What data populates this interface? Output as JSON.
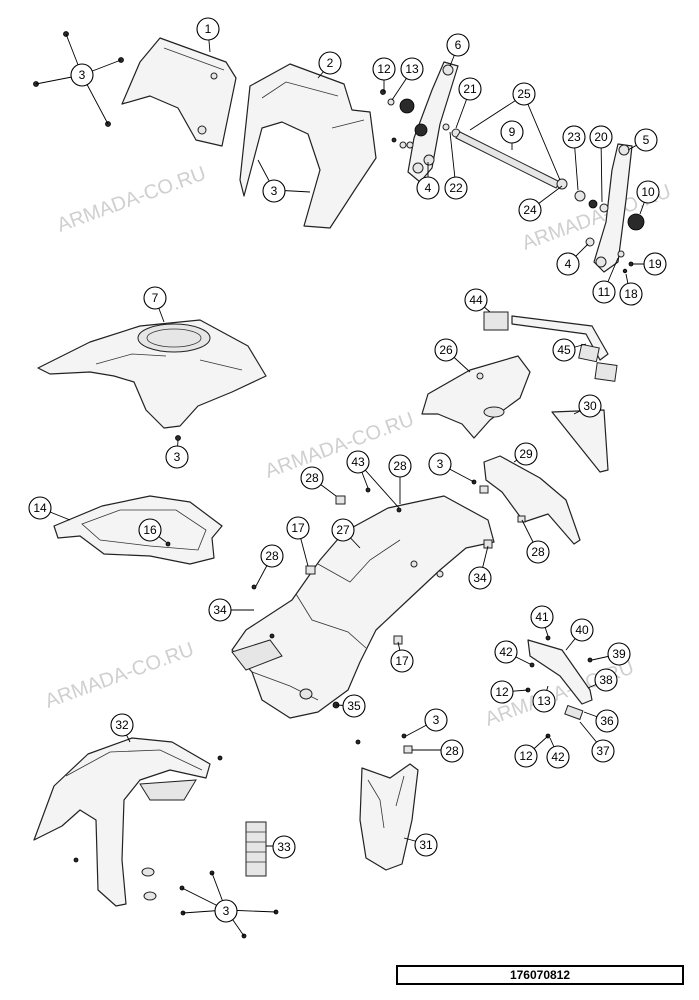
{
  "watermark": "ARMADA-CO.RU",
  "document_number": "176070812",
  "callouts": [
    {
      "n": "1"
    },
    {
      "n": "2"
    },
    {
      "n": "3"
    },
    {
      "n": "3"
    },
    {
      "n": "6"
    },
    {
      "n": "12"
    },
    {
      "n": "13"
    },
    {
      "n": "21"
    },
    {
      "n": "25"
    },
    {
      "n": "9"
    },
    {
      "n": "23"
    },
    {
      "n": "20"
    },
    {
      "n": "5"
    },
    {
      "n": "4"
    },
    {
      "n": "22"
    },
    {
      "n": "24"
    },
    {
      "n": "10"
    },
    {
      "n": "4"
    },
    {
      "n": "19"
    },
    {
      "n": "11"
    },
    {
      "n": "18"
    },
    {
      "n": "7"
    },
    {
      "n": "44"
    },
    {
      "n": "45"
    },
    {
      "n": "26"
    },
    {
      "n": "30"
    },
    {
      "n": "3"
    },
    {
      "n": "29"
    },
    {
      "n": "14"
    },
    {
      "n": "16"
    },
    {
      "n": "28"
    },
    {
      "n": "43"
    },
    {
      "n": "28"
    },
    {
      "n": "3"
    },
    {
      "n": "17"
    },
    {
      "n": "27"
    },
    {
      "n": "28"
    },
    {
      "n": "34"
    },
    {
      "n": "28"
    },
    {
      "n": "34"
    },
    {
      "n": "17"
    },
    {
      "n": "35"
    },
    {
      "n": "41"
    },
    {
      "n": "40"
    },
    {
      "n": "42"
    },
    {
      "n": "39"
    },
    {
      "n": "38"
    },
    {
      "n": "12"
    },
    {
      "n": "13"
    },
    {
      "n": "36"
    },
    {
      "n": "12"
    },
    {
      "n": "42"
    },
    {
      "n": "37"
    },
    {
      "n": "32"
    },
    {
      "n": "3"
    },
    {
      "n": "28"
    },
    {
      "n": "31"
    },
    {
      "n": "33"
    },
    {
      "n": "3"
    }
  ]
}
